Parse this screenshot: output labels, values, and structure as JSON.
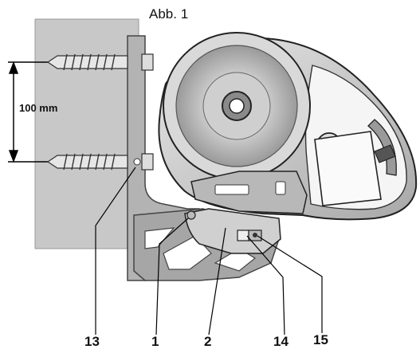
{
  "figure": {
    "caption": "Abb. 1",
    "dimension": "100 mm"
  },
  "callouts": [
    "13",
    "1",
    "2",
    "14",
    "15"
  ]
}
